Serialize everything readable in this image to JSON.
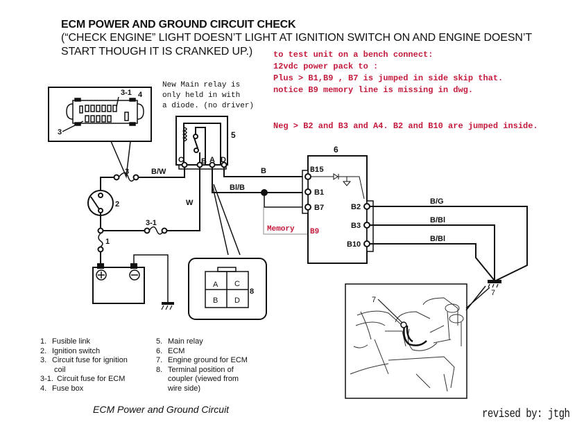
{
  "header": {
    "title": "ECM POWER AND GROUND CIRCUIT CHECK",
    "subtitle_line1": "(“CHECK ENGINE” LIGHT DOESN’T LIGHT AT IGNITION SWITCH ON AND ENGINE DOESN’T",
    "subtitle_line2": "START THOUGH IT IS CRANKED UP.)"
  },
  "annotations": {
    "bench_test": [
      "to test unit on a bench connect:",
      "12vdc power pack to :",
      "Plus >  B1,B9  , B7 is jumped in side skip that.",
      "notice B9 memory line is missing in dwg."
    ],
    "neg_note": "Neg > B2 and B3 and A4.   B2 and B10 are jumped inside.",
    "relay_note": "New Main relay is\nonly held in with\na diode. (no driver)",
    "memory_label": "Memory",
    "b9_label": "B9",
    "colors": {
      "annotation": "#c41a3c",
      "line": "#111111"
    }
  },
  "diagram": {
    "fusebox_labels": {
      "fuse_3_1": "3-1",
      "box_4": "4",
      "fuse_3": "3"
    },
    "relay": {
      "number": "5",
      "terminals": [
        "C",
        "B",
        "A",
        "D"
      ]
    },
    "ecm": {
      "number": "6",
      "left_terminals": [
        "B15",
        "B1",
        "B7"
      ],
      "right_terminals": [
        "B2",
        "B3",
        "B10"
      ]
    },
    "wires": {
      "bw": "B/W",
      "b": "B",
      "blb": "Bl/B",
      "w": "W",
      "bg": "B/G",
      "bbl1": "B/Bl",
      "bbl2": "B/Bl"
    },
    "components": {
      "fuse3": "3",
      "ignition_switch": "2",
      "fuse31": "3-1",
      "fusible_link": "1",
      "ground7": "7",
      "engine_ground_callout": "7",
      "coupler_number": "8",
      "coupler_pins": [
        "A",
        "C",
        "B",
        "D"
      ]
    }
  },
  "legend": {
    "left": [
      {
        "num": "1.",
        "text": "Fusible link"
      },
      {
        "num": "2.",
        "text": "Ignition switch"
      },
      {
        "num": "3.",
        "text": "Circuit fuse for ignition"
      },
      {
        "num": "",
        "text": "coil"
      },
      {
        "num": "3-1.",
        "text": "Circuit fuse for ECM"
      },
      {
        "num": "4.",
        "text": "Fuse box"
      }
    ],
    "right": [
      {
        "num": "5.",
        "text": "Main relay"
      },
      {
        "num": "6.",
        "text": "ECM"
      },
      {
        "num": "7.",
        "text": "Engine ground for ECM"
      },
      {
        "num": "8.",
        "text": "Terminal position of"
      },
      {
        "num": "",
        "text": "coupler (viewed from"
      },
      {
        "num": "",
        "text": "wire side)"
      }
    ]
  },
  "footer": {
    "caption": "ECM Power and Ground Circuit",
    "revised": "revised by: jtgh"
  }
}
